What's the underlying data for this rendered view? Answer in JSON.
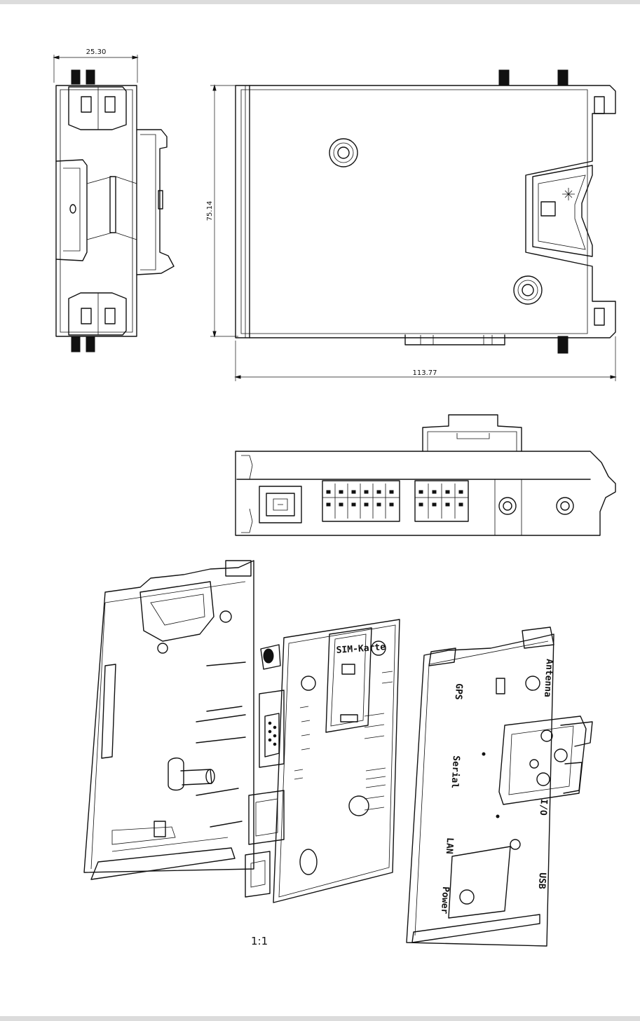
{
  "dimensions": {
    "width": "25.30",
    "height": "75.14",
    "length": "113.77"
  },
  "scale": "1:1",
  "board_labels": {
    "sim_card": "SIM-Karte"
  },
  "cover_labels": {
    "gps": "GPS",
    "serial": "Serial",
    "lan": "LAN",
    "power": "Power",
    "usb": "USB",
    "antenna": "Antenna",
    "io": "I/O"
  },
  "colors": {
    "line": "#111111",
    "band": "#dcdcdc"
  }
}
